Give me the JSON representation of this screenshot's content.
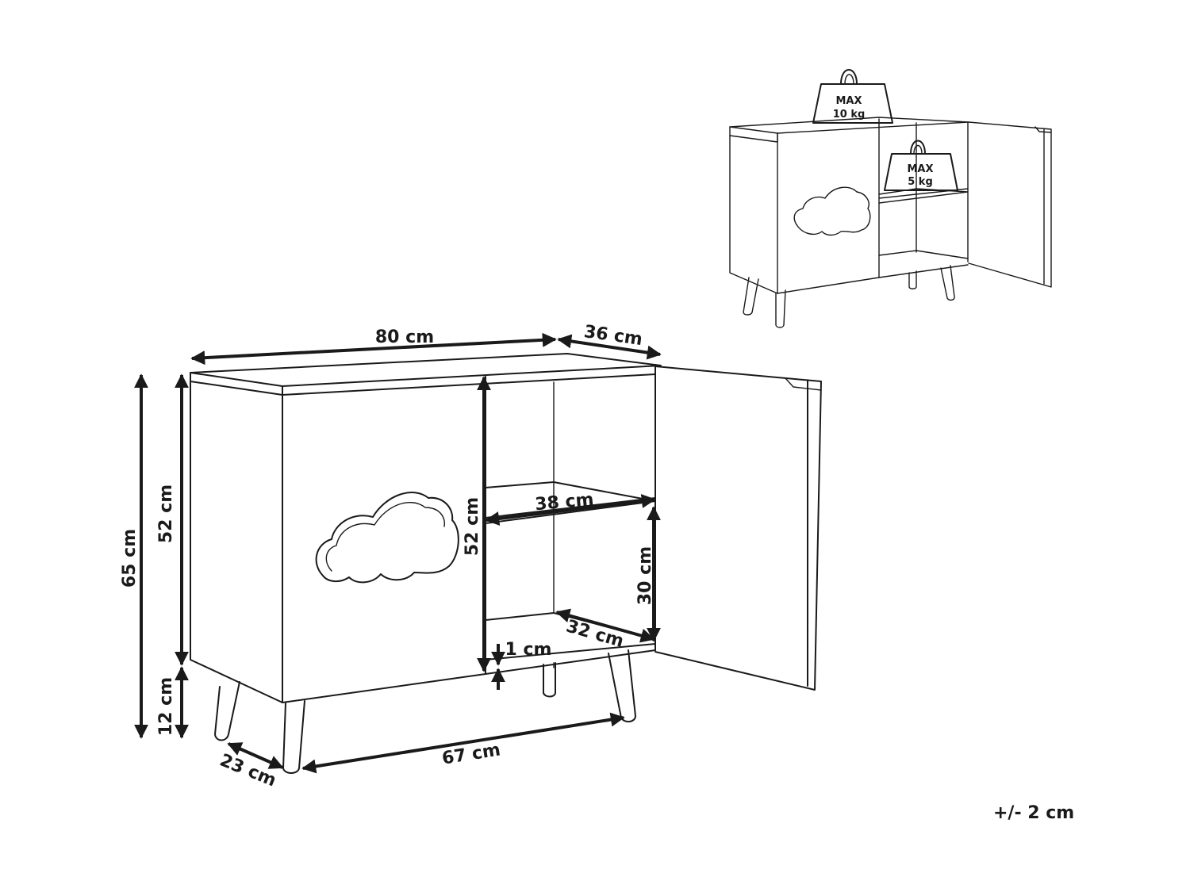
{
  "dimensions": {
    "width": "80 cm",
    "depth": "36 cm",
    "total_height": "65 cm",
    "body_height": "52 cm",
    "leg_height": "12 cm",
    "inner_height": "52 cm",
    "shelf_width": "38 cm",
    "shelf_spacing": "30 cm",
    "inner_depth": "32 cm",
    "shelf_thickness": "1 cm",
    "leg_spread_width": "67 cm",
    "leg_spread_depth": "23 cm"
  },
  "load_limits": {
    "top_label": "MAX",
    "top_value": "10 kg",
    "shelf_label": "MAX",
    "shelf_value": "5 kg"
  },
  "tolerance": "+/- 2 cm"
}
